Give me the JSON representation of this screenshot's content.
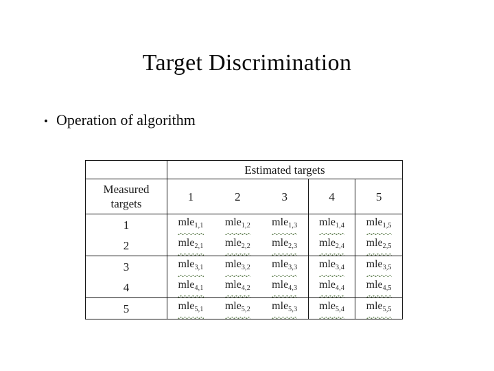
{
  "slide": {
    "title": "Target Discrimination",
    "background_color": "#ffffff",
    "text_color": "#000000"
  },
  "bullets": [
    {
      "marker": "•",
      "text": "Operation of algorithm"
    }
  ],
  "table": {
    "corner_label": "",
    "column_group_header": "Estimated targets",
    "row_group_header_line1": "Measured",
    "row_group_header_line2": "targets",
    "column_headers": [
      "1",
      "2",
      "3",
      "4",
      "5"
    ],
    "row_headers": [
      "1",
      "2",
      "3",
      "4",
      "5"
    ],
    "cells": [
      [
        {
          "base": "mle",
          "sub": "1,1"
        },
        {
          "base": "mle",
          "sub": "1,2"
        },
        {
          "base": "mle",
          "sub": "1,3"
        },
        {
          "base": "mle",
          "sub": "1,4"
        },
        {
          "base": "mle",
          "sub": "1,5"
        }
      ],
      [
        {
          "base": "mle",
          "sub": "2,1"
        },
        {
          "base": "mle",
          "sub": "2,2"
        },
        {
          "base": "mle",
          "sub": "2,3"
        },
        {
          "base": "mle",
          "sub": "2,4"
        },
        {
          "base": "mle",
          "sub": "2,5"
        }
      ],
      [
        {
          "base": "mle",
          "sub": "3,1"
        },
        {
          "base": "mle",
          "sub": "3,2"
        },
        {
          "base": "mle",
          "sub": "3,3"
        },
        {
          "base": "mle",
          "sub": "3,4"
        },
        {
          "base": "mle",
          "sub": "3,5"
        }
      ],
      [
        {
          "base": "mle",
          "sub": "4,1"
        },
        {
          "base": "mle",
          "sub": "4,2"
        },
        {
          "base": "mle",
          "sub": "4,3"
        },
        {
          "base": "mle",
          "sub": "4,4"
        },
        {
          "base": "mle",
          "sub": "4,5"
        }
      ],
      [
        {
          "base": "mle",
          "sub": "5,1"
        },
        {
          "base": "mle",
          "sub": "5,2"
        },
        {
          "base": "mle",
          "sub": "5,3"
        },
        {
          "base": "mle",
          "sub": "5,4"
        },
        {
          "base": "mle",
          "sub": "5,5"
        }
      ]
    ],
    "spellcheck_underline_color": "#5b7a4a",
    "border_color": "#111111"
  }
}
